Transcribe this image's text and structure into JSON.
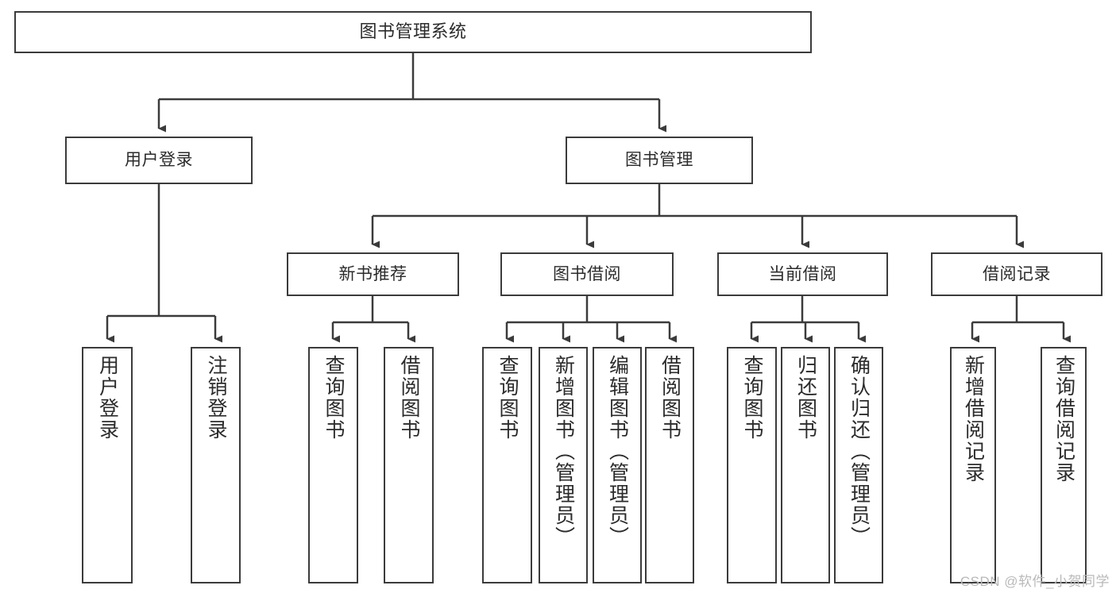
{
  "diagram": {
    "title": "图书管理系统",
    "watermark": "CSDN @软件_小贺同学",
    "colors": {
      "stroke": "#3b3b3b",
      "text": "#2b2b2b",
      "background": "#ffffff",
      "watermark": "#b9b9b9"
    },
    "nodes": {
      "root": "图书管理系统",
      "level2": {
        "user_login": "用户登录",
        "book_manage": "图书管理"
      },
      "level3": {
        "new_book_recommend": "新书推荐",
        "book_borrow": "图书借阅",
        "current_borrow": "当前借阅",
        "borrow_record": "借阅记录"
      },
      "leaves": {
        "user_login_1": "用户登录",
        "user_login_2": "注销登录",
        "new_book_1": "查询图书",
        "new_book_2": "借阅图书",
        "book_borrow_1": "查询图书",
        "book_borrow_2": "新增图书（管理员）",
        "book_borrow_3": "编辑图书（管理员）",
        "book_borrow_4": "借阅图书",
        "current_borrow_1": "查询图书",
        "current_borrow_2": "归还图书",
        "current_borrow_3": "确认归还（管理员）",
        "borrow_record_1": "新增借阅记录",
        "borrow_record_2": "查询借阅记录"
      }
    }
  }
}
